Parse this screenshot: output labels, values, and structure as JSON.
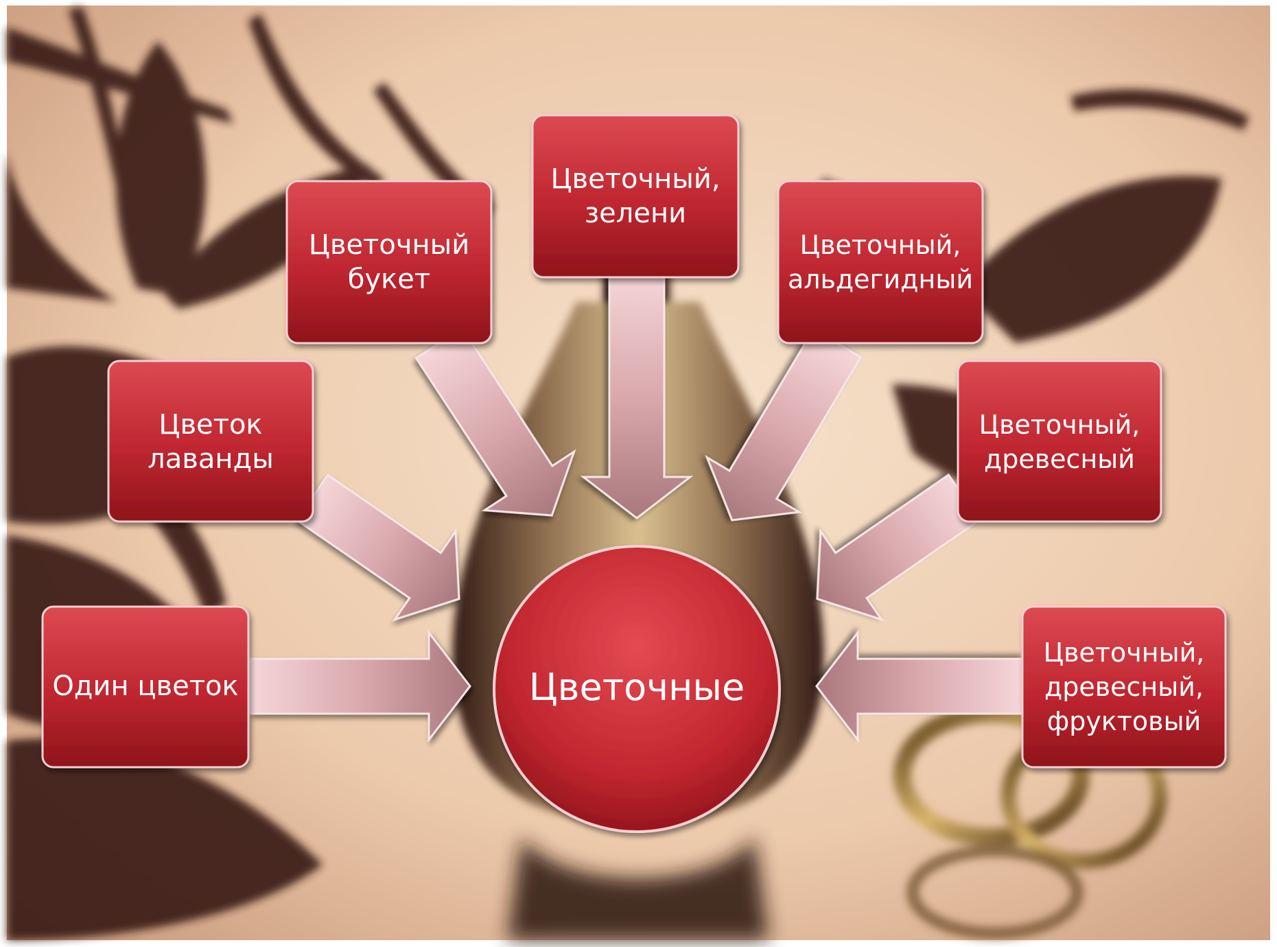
{
  "center": {
    "label": "Цветочные"
  },
  "categories": [
    {
      "id": "odin-cvetok",
      "lines": [
        "Один цветок"
      ]
    },
    {
      "id": "cvetok-lavandy",
      "lines": [
        "Цветок",
        "лаванды"
      ]
    },
    {
      "id": "cvetochnyj-buket",
      "lines": [
        "Цветочный",
        "букет"
      ]
    },
    {
      "id": "cvetochnyj-zeleni",
      "lines": [
        "Цветочный,",
        "зелени"
      ]
    },
    {
      "id": "cvetochnyj-aldegidnyj",
      "lines": [
        "Цветочный,",
        "альдегидный"
      ]
    },
    {
      "id": "cvetochnyj-drevesnyj",
      "lines": [
        "Цветочный,",
        "древесный"
      ]
    },
    {
      "id": "cvetochnyj-drevesnyj-fruktovyj",
      "lines": [
        "Цветочный,",
        "древесный,",
        "фруктовый"
      ]
    }
  ],
  "colors": {
    "box_light": "#d84048",
    "box_dark": "#8e141b",
    "arrow_light": "#f3d1d3",
    "arrow_dark": "#a8787d",
    "background_light": "#f2d8c0",
    "silhouette": "#3a1c16"
  }
}
